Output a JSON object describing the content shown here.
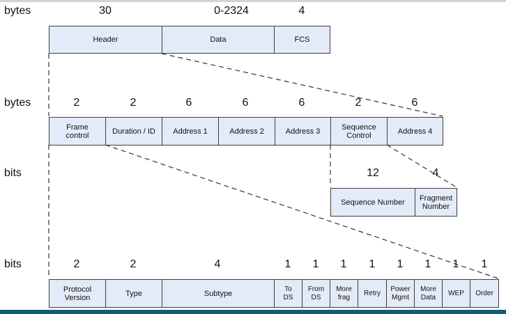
{
  "row_labels": {
    "bytes1": "bytes",
    "bytes2": "bytes",
    "bits1": "bits",
    "bits2": "bits"
  },
  "frame": {
    "sizes": [
      "30",
      "0-2324",
      "4"
    ],
    "fields": [
      "Header",
      "Data",
      "FCS"
    ]
  },
  "header": {
    "sizes": [
      "2",
      "2",
      "6",
      "6",
      "6",
      "2",
      "6"
    ],
    "fields": [
      "Frame\ncontrol",
      "Duration / ID",
      "Address 1",
      "Address 2",
      "Address 3",
      "Sequence\nControl",
      "Address 4"
    ]
  },
  "sequence_control": {
    "sizes": [
      "12",
      "4"
    ],
    "fields": [
      "Sequence Number",
      "Fragment\nNumber"
    ]
  },
  "frame_control": {
    "sizes": [
      "2",
      "2",
      "4",
      "1",
      "1",
      "1",
      "1",
      "1",
      "1",
      "1",
      "1"
    ],
    "fields": [
      "Protocol\nVersion",
      "Type",
      "Subtype",
      "To\nDS",
      "From\nDS",
      "More\nfrag",
      "Retry",
      "Power\nMgmt",
      "More\nData",
      "WEP",
      "Order"
    ]
  }
}
